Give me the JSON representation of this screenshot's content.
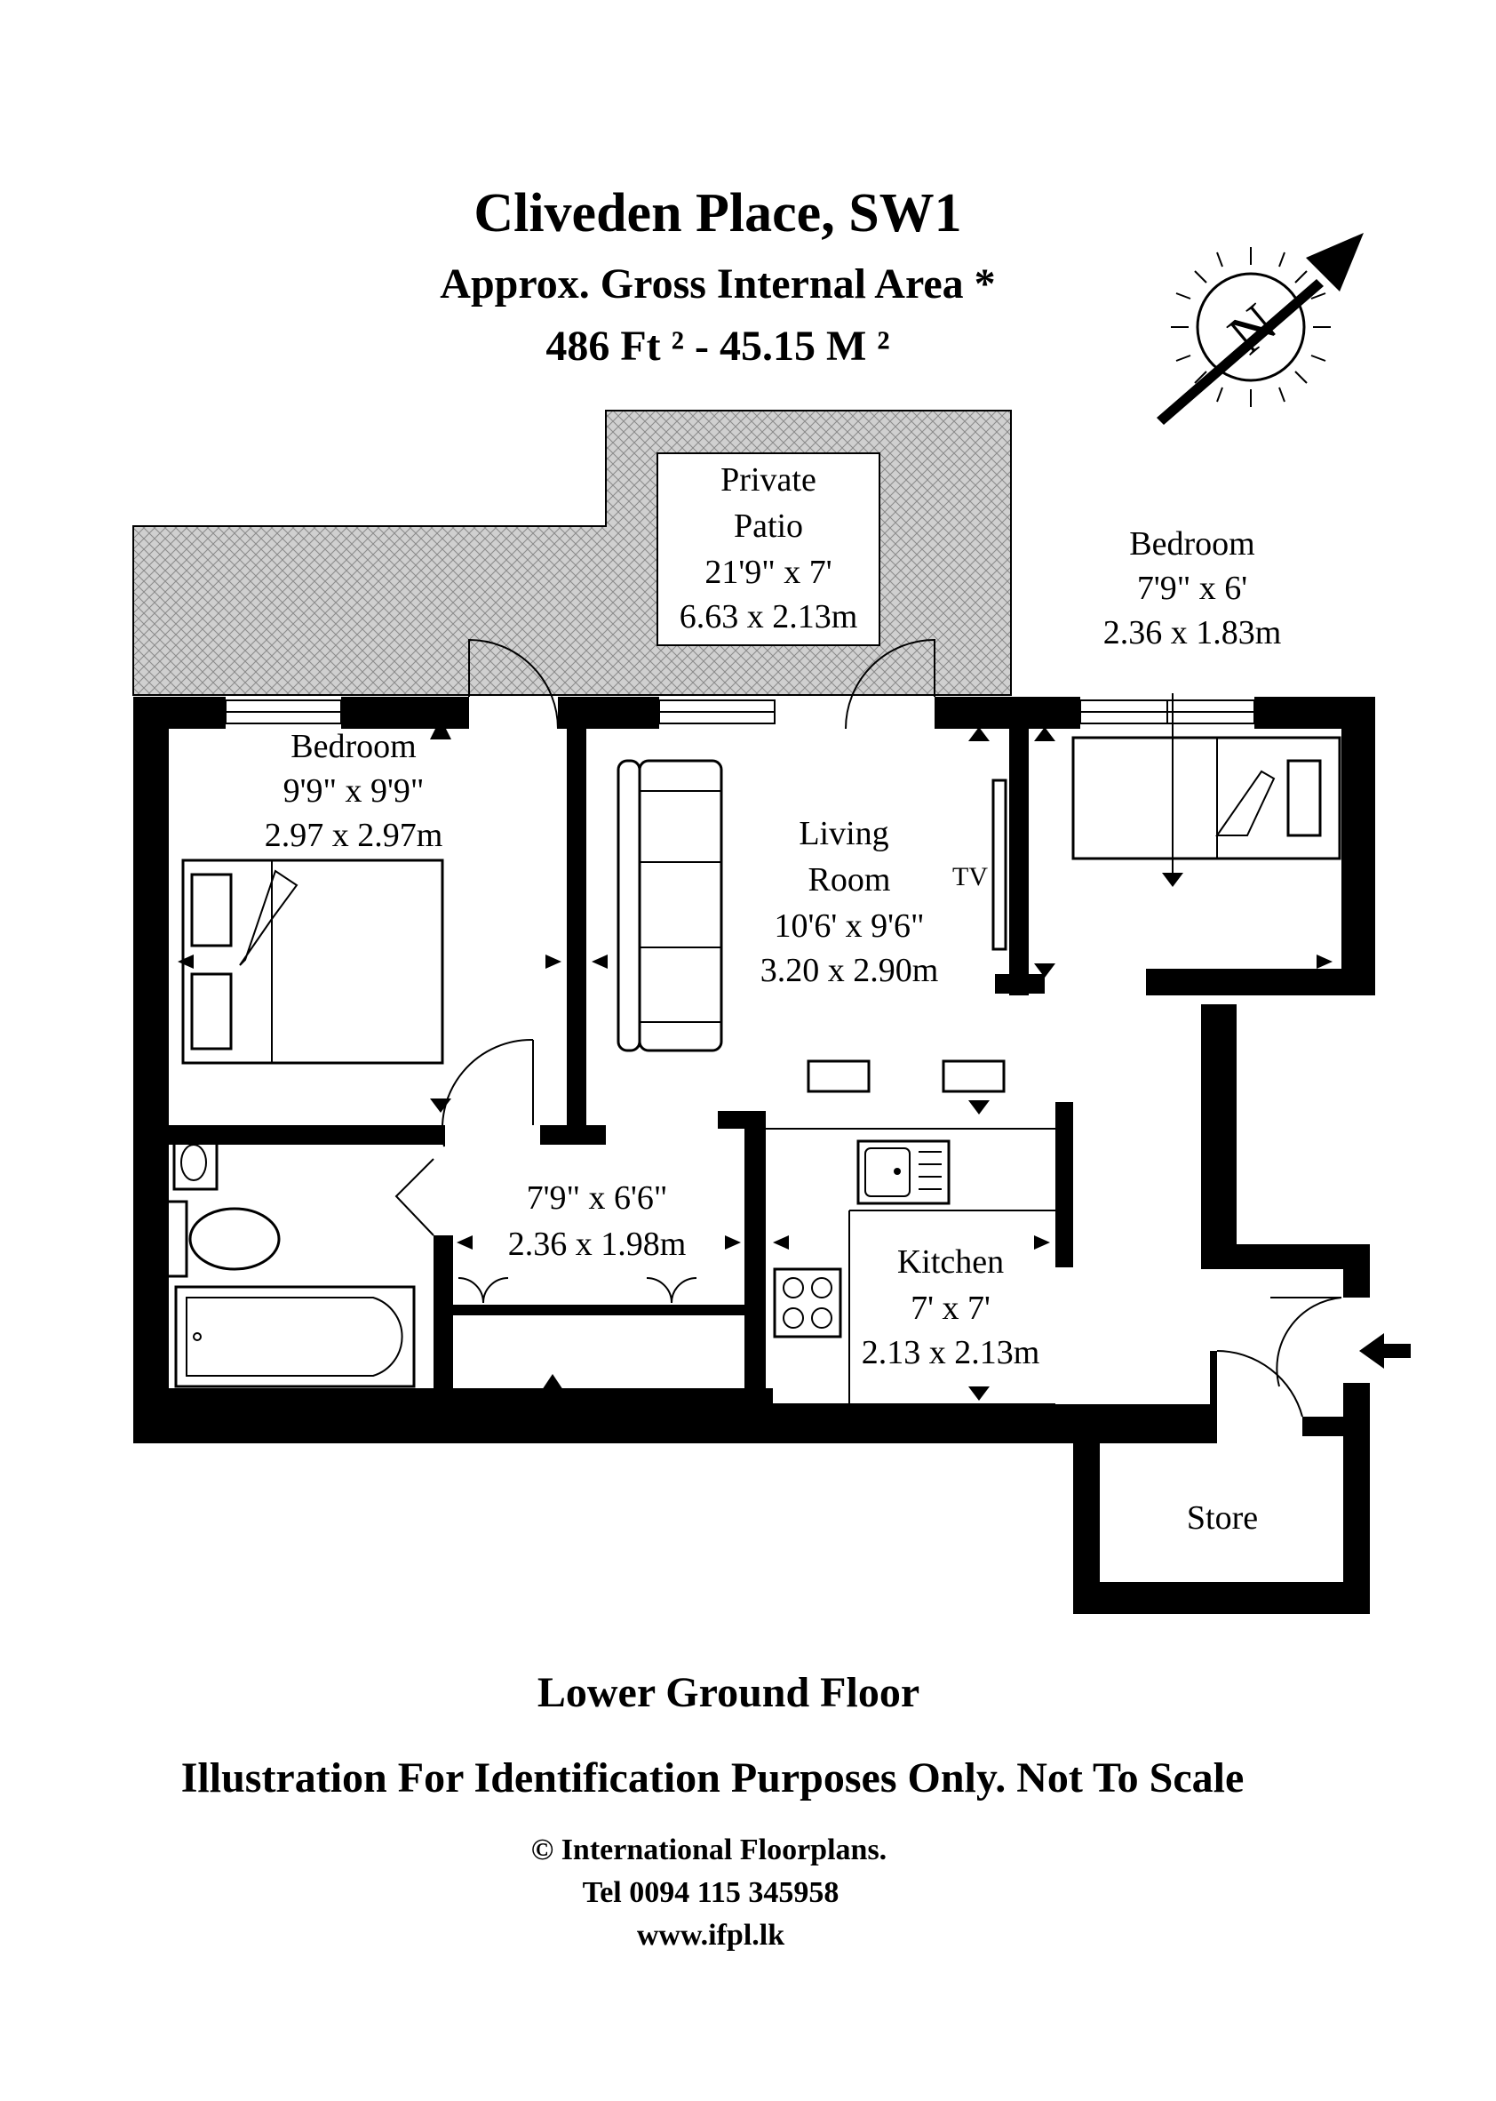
{
  "header": {
    "title": "Cliveden Place, SW1",
    "subtitle": "Approx. Gross Internal Area *",
    "area": "486 Ft ²  -  45.15 M ²"
  },
  "compass": {
    "label": "N"
  },
  "rooms": {
    "patio": {
      "name1": "Private",
      "name2": "Patio",
      "imperial": "21'9\" x 7'",
      "metric": "6.63 x 2.13m"
    },
    "bedroom_right": {
      "name": "Bedroom",
      "imperial": "7'9\" x 6'",
      "metric": "2.36 x 1.83m"
    },
    "bedroom_left": {
      "name": "Bedroom",
      "imperial": "9'9\" x 9'9\"",
      "metric": "2.97 x 2.97m"
    },
    "living": {
      "name1": "Living",
      "name2": "Room",
      "imperial": "10'6' x 9'6\"",
      "metric": "3.20 x 2.90m"
    },
    "tv": "TV",
    "hall": {
      "imperial": "7'9\" x 6'6\"",
      "metric": "2.36 x 1.98m"
    },
    "kitchen": {
      "name": "Kitchen",
      "imperial": "7' x 7'",
      "metric": "2.13 x 2.13m"
    },
    "store": "Store"
  },
  "footer": {
    "floor": "Lower Ground Floor",
    "disclaimer": "Illustration For Identification Purposes Only. Not To Scale",
    "company": "© International Floorplans.",
    "tel": "Tel 0094 115 345958",
    "web": "www.ifpl.lk"
  }
}
